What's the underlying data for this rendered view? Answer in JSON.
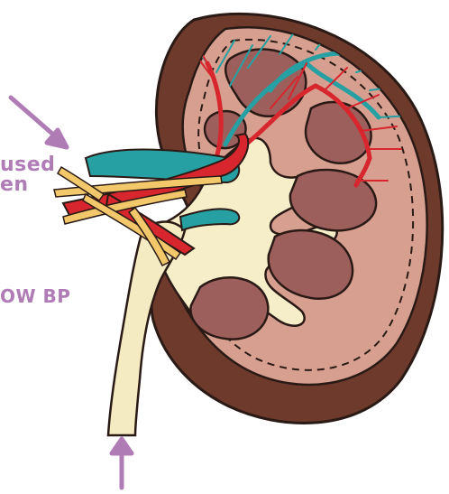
{
  "labels": {
    "line1": "used",
    "line2": "en",
    "line3": "OW BP"
  },
  "colors": {
    "cortex_outer": "#6e3a2b",
    "cortex_inner": "#d79f8f",
    "pyramid": "#9d5f5c",
    "pelvis": "#f6edc9",
    "ureter": "#f4ebc2",
    "artery": "#d7262e",
    "vein": "#26a0a2",
    "nerve": "#f2c86b",
    "annotation": "#b07cb6"
  },
  "icons": [
    "arrow-left-icon",
    "arrow-up-icon"
  ]
}
